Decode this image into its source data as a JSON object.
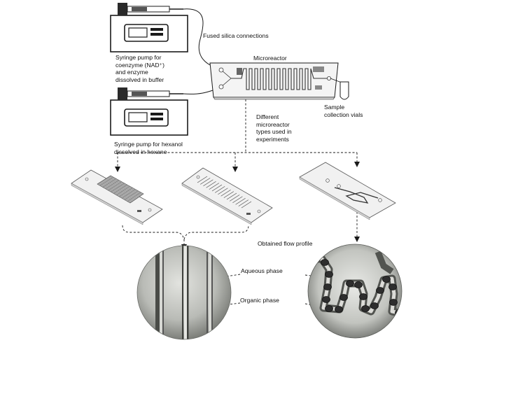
{
  "labels": {
    "fused_silica": "Fused silica connections",
    "microreactor": "Microreactor",
    "pump_top": "Syringe pump for\ncoenzyme (NAD⁺)\nand enzyme\ndissolved in buffer",
    "pump_bottom": "Syringe pump  for hexanol\ndissolved in hexane",
    "sample_vials": "Sample\ncollection vials",
    "reactor_types": "Different\nmicroreactor\ntypes used in\nexperiments",
    "flow_profile": "Obtained flow profile",
    "aqueous": "Aqueous phase",
    "organic": "Organic phase"
  },
  "colors": {
    "line": "#1a1a1a",
    "chip": "#f2f2f2",
    "circle_left": "#b8bab5",
    "circle_right": "#c4c6c2",
    "droplet": "#2e2e2e"
  }
}
